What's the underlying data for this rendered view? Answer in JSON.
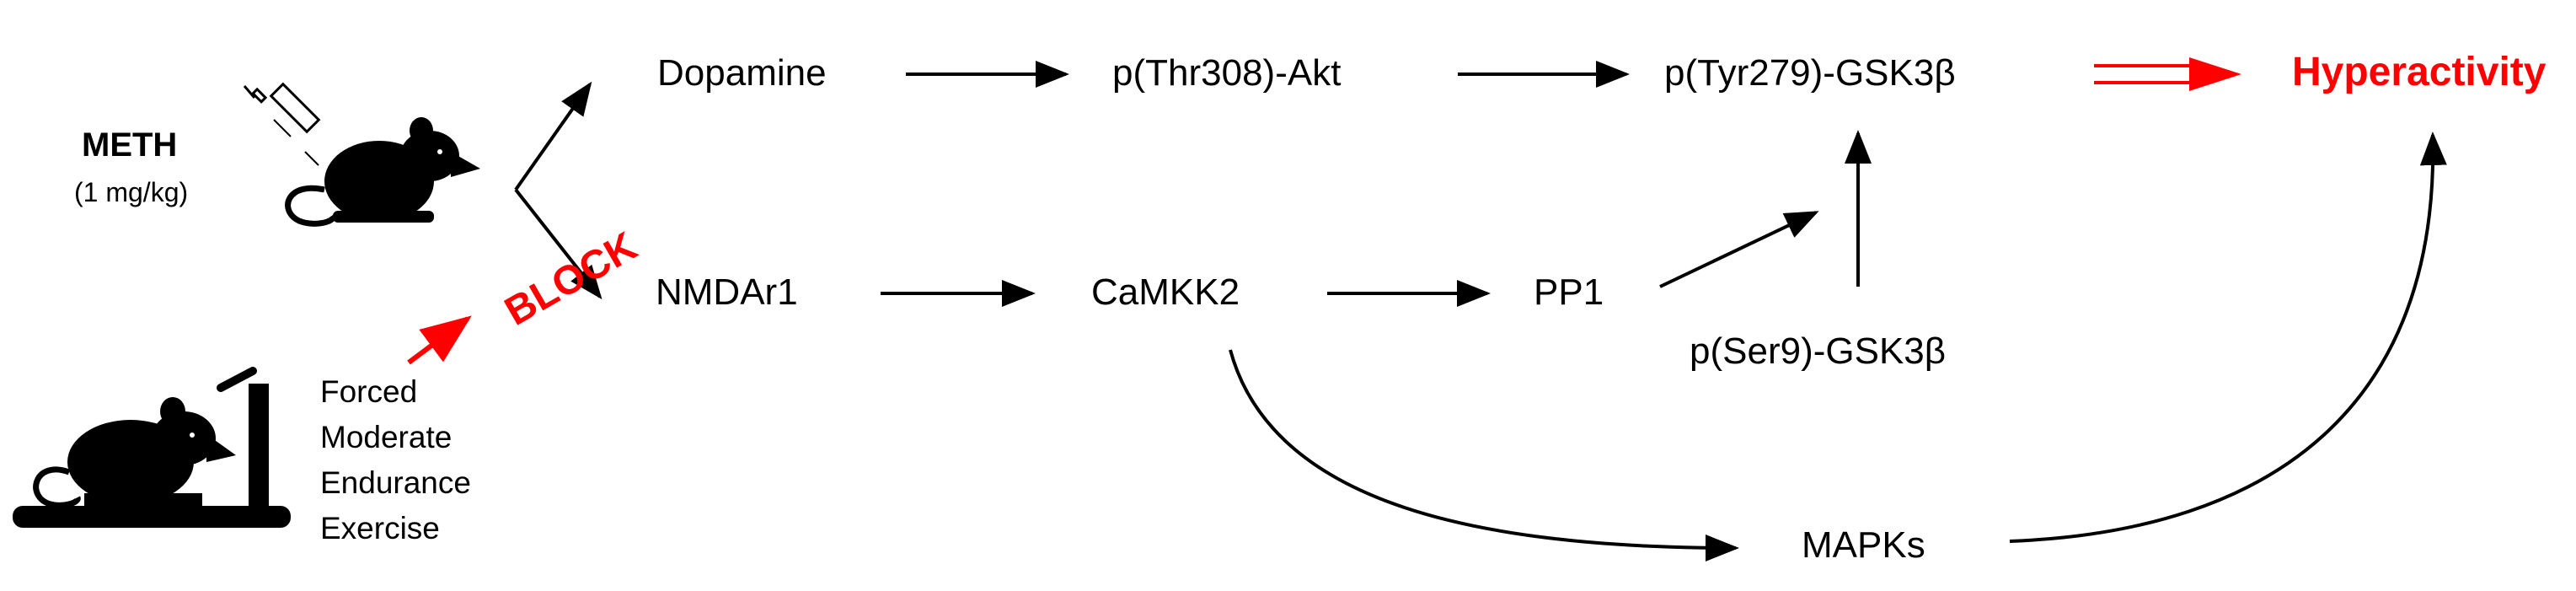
{
  "nodes": {
    "dopamine": "Dopamine",
    "akt": "p(Thr308)-Akt",
    "gsk_tyr": "p(Tyr279)-GSK3β",
    "hyperactivity": "Hyperactivity",
    "nmdar": "NMDAr1",
    "camkk2": "CaMKK2",
    "pp1": "PP1",
    "gsk_ser": "p(Ser9)-GSK3β",
    "mapks": "MAPKs"
  },
  "meth": {
    "title": "METH",
    "dose": "(1 mg/kg)"
  },
  "exercise": {
    "lines": [
      "Forced",
      "Moderate",
      "Endurance",
      "Exercise"
    ]
  },
  "block_label": "BLOCK",
  "colors": {
    "accent": "#ff0000",
    "ink": "#000000"
  },
  "icons": [
    "syringe-icon",
    "mouse-icon",
    "treadmill-mouse-icon"
  ]
}
